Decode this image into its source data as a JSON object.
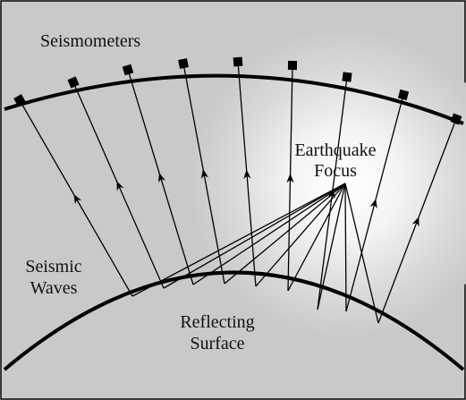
{
  "labels": {
    "seismometers": "Seismometers",
    "earthquake_focus_line1": "Earthquake",
    "earthquake_focus_line2": "Focus",
    "seismic_waves_line1": "Seismic",
    "seismic_waves_line2": "Waves",
    "reflecting_surface_line1": "Reflecting",
    "reflecting_surface_line2": "Surface"
  },
  "colors": {
    "background": "#c9c9c9",
    "glow_center": "#ffffff",
    "stroke": "#000000",
    "text": "#111111"
  },
  "seismometer_count": 9,
  "ray_count": 9
}
